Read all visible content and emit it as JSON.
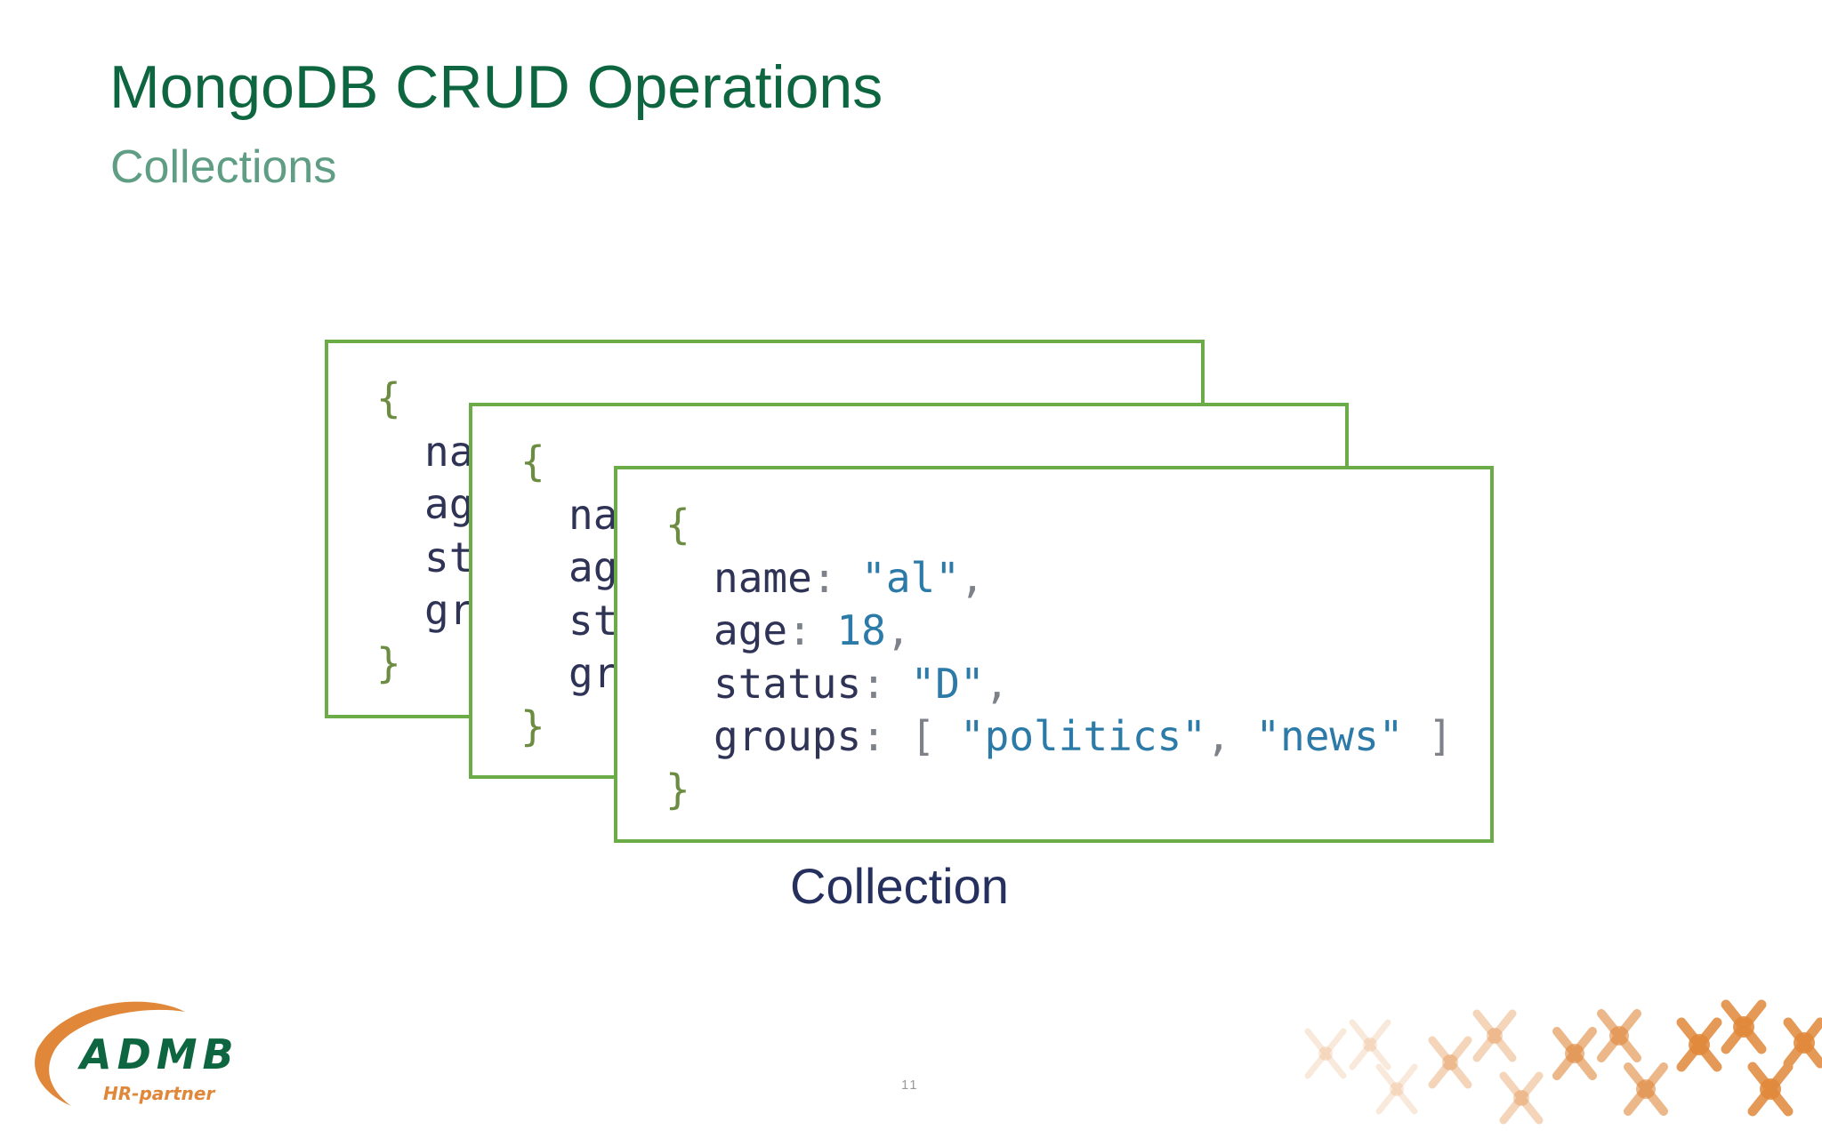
{
  "slide": {
    "title": "MongoDB CRUD Operations",
    "subtitle": "Collections",
    "caption": "Collection",
    "page_number": "11"
  },
  "documents": {
    "open_brace": "{",
    "close_brace": "}",
    "back_fragments": [
      "na",
      "ag",
      "st",
      "gr"
    ],
    "front": {
      "name_key": "name",
      "name_value": "\"al\"",
      "age_key": "age",
      "age_value": "18",
      "status_key": "status",
      "status_value": "\"D\"",
      "groups_key": "groups",
      "groups_open": "[",
      "groups_item_1": "\"politics\"",
      "groups_item_2": "\"news\"",
      "groups_close": "]"
    }
  },
  "logo": {
    "name": "ADMB",
    "tagline": "HR-partner"
  },
  "colors": {
    "title": "#0d6640",
    "subtitle": "#5f9e84",
    "card_border": "#6cac48",
    "caption": "#25305e",
    "logo_orange": "#e0873a"
  }
}
